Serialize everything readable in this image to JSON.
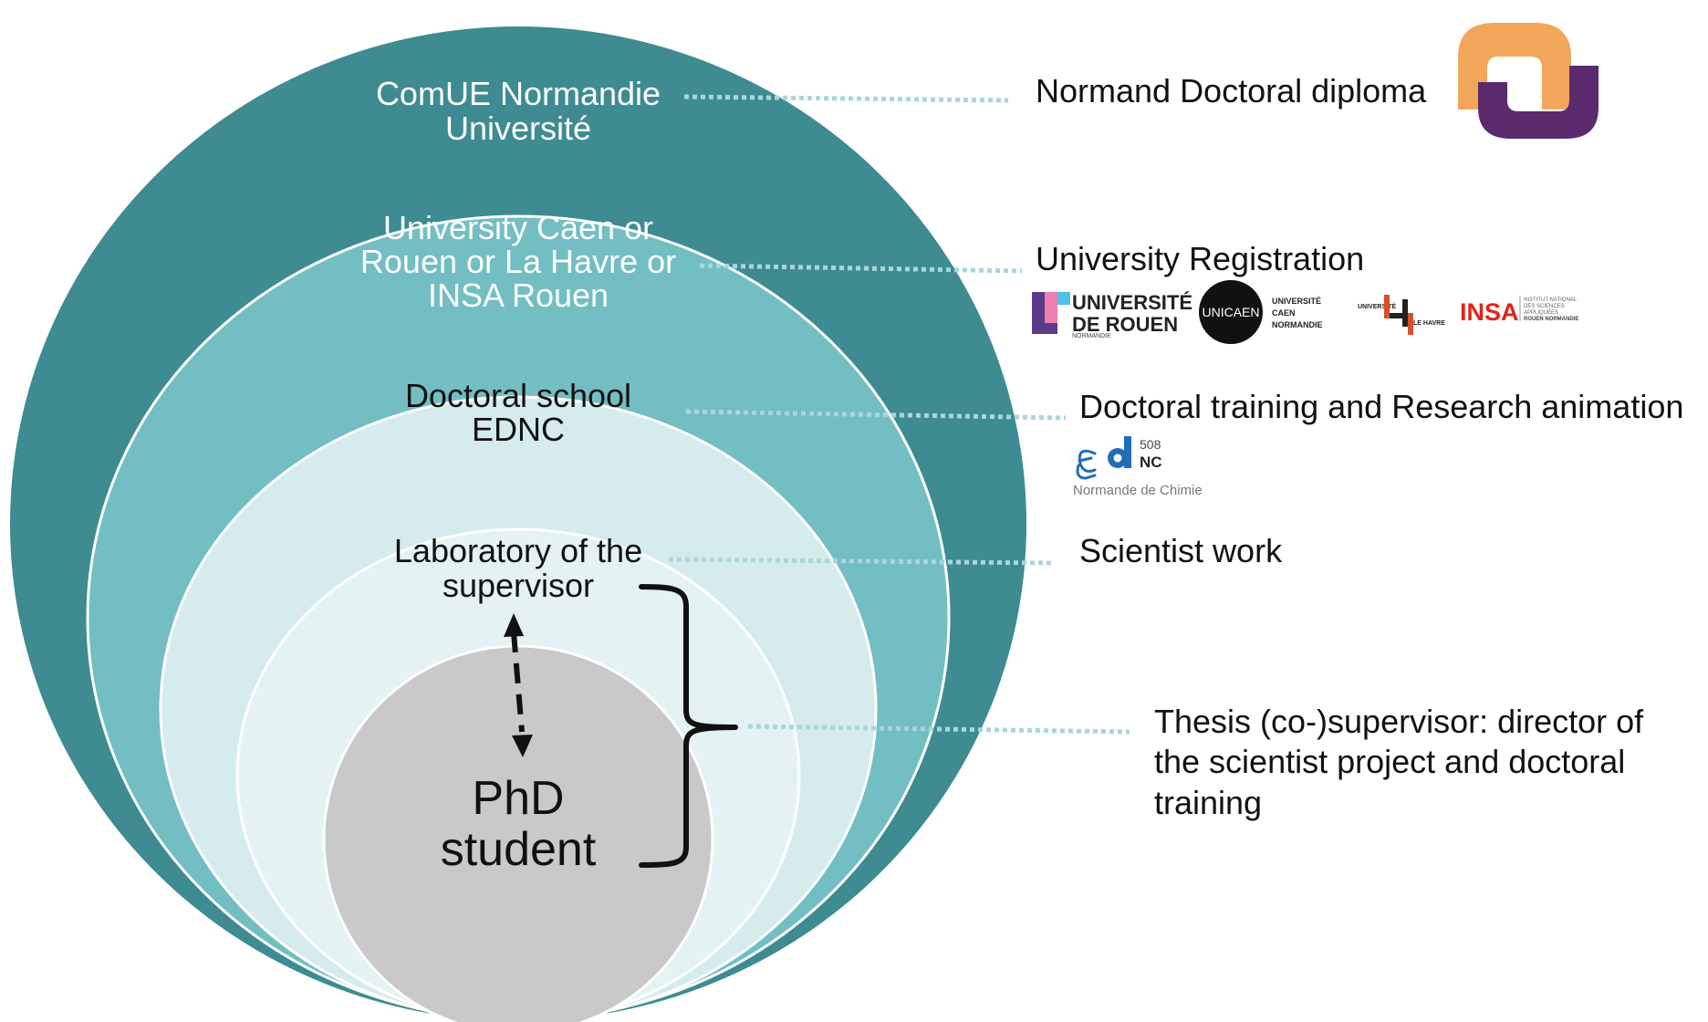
{
  "rings": [
    {
      "id": "comue",
      "lines": [
        "ComUE Normandie",
        "Université"
      ],
      "color": "#3e8b92"
    },
    {
      "id": "university",
      "lines": [
        "University Caen or",
        "Rouen or La Havre or",
        "INSA Rouen"
      ],
      "color": "#72bec3"
    },
    {
      "id": "doctoral_school",
      "lines": [
        "Doctoral school",
        "EDNC"
      ],
      "color": "#d5ebee"
    },
    {
      "id": "laboratory",
      "lines": [
        "Laboratory of the",
        "supervisor"
      ],
      "color": "#e4f2f3"
    }
  ],
  "center": {
    "lines": [
      "PhD",
      "student"
    ],
    "color": "#c9c9c9"
  },
  "right_labels": {
    "diploma": "Normand Doctoral diploma",
    "registration": "University Registration",
    "training": "Doctoral training and Research animation",
    "work": "Scientist work",
    "thesis": [
      "Thesis (co-)supervisor: director of",
      "the scientist project and doctoral",
      "training"
    ]
  },
  "logos": {
    "rouen": {
      "line1": "UNIVERSITÉ",
      "line2": "DE ROUEN",
      "line3": "NORMANDIE"
    },
    "caen": {
      "mark": "UNICAEN",
      "line1": "UNIVERSITÉ",
      "line2": "CAEN",
      "line3": "NORMANDIE"
    },
    "havre": {
      "left": "UNIVERSITÉ",
      "right": "LE HAVRE"
    },
    "insa": {
      "mark": "INSA",
      "line1": "INSTITUT NATIONAL",
      "line2": "DES SCIENCES",
      "line3": "APPLIQUÉES",
      "line4": "ROUEN NORMANDIE"
    },
    "ednc": {
      "number": "508",
      "code": "NC",
      "caption": "Normande de Chimie"
    }
  },
  "colors": {
    "leader": "#a9d6da",
    "normandie_orange": "#f2a65a",
    "normandie_purple": "#5b2a6e",
    "rouen_purple": "#5b3a8c",
    "insa_red": "#e2231a",
    "ednc_blue": "#1f6db5"
  }
}
